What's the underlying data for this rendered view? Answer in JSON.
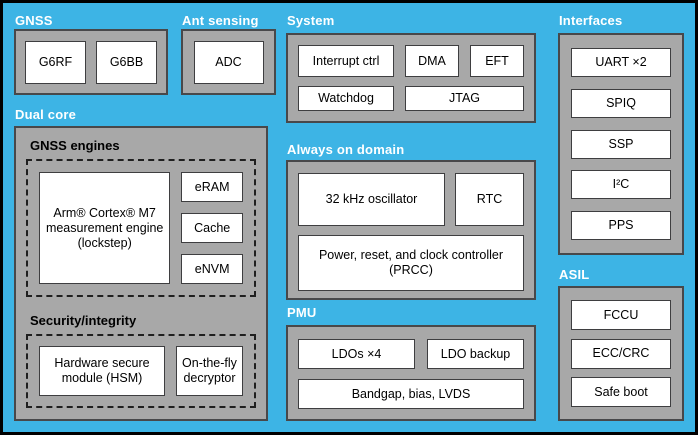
{
  "colors": {
    "background": "#3db4e5",
    "panel_fill": "#a8a8a8",
    "panel_border": "#48484a",
    "block_fill": "#ffffff",
    "block_border": "#3e3e40",
    "header_text": "#ffffff",
    "block_text": "#000000"
  },
  "sections": {
    "gnss": {
      "title": "GNSS",
      "blocks": [
        "G6RF",
        "G6BB"
      ]
    },
    "ant_sensing": {
      "title": "Ant sensing",
      "blocks": [
        "ADC"
      ]
    },
    "system": {
      "title": "System",
      "row1": [
        "Interrupt ctrl",
        "DMA",
        "EFT"
      ],
      "row2": [
        "Watchdog",
        "JTAG"
      ]
    },
    "interfaces": {
      "title": "Interfaces",
      "blocks": [
        "UART ×2",
        "SPIQ",
        "SSP",
        "I²C",
        "PPS"
      ]
    },
    "dual_core": {
      "title": "Dual core",
      "gnss_engines": {
        "title": "GNSS engines",
        "cpu_block": "Arm® Cortex® M7 measurement engine (lockstep)",
        "memory_blocks": [
          "eRAM",
          "Cache",
          "eNVM"
        ]
      },
      "security": {
        "title": "Security/integrity",
        "blocks": [
          "Hardware secure module (HSM)",
          "On-the-fly decryptor"
        ]
      }
    },
    "always_on_domain": {
      "title": "Always on domain",
      "row1": [
        "32 kHz oscillator",
        "RTC"
      ],
      "row2": [
        "Power, reset, and clock controller (PRCC)"
      ]
    },
    "pmu": {
      "title": "PMU",
      "row1": [
        "LDOs ×4",
        "LDO backup"
      ],
      "row2": [
        "Bandgap, bias, LVDS"
      ]
    },
    "asil": {
      "title": "ASIL",
      "blocks": [
        "FCCU",
        "ECC/CRC",
        "Safe boot"
      ]
    }
  }
}
